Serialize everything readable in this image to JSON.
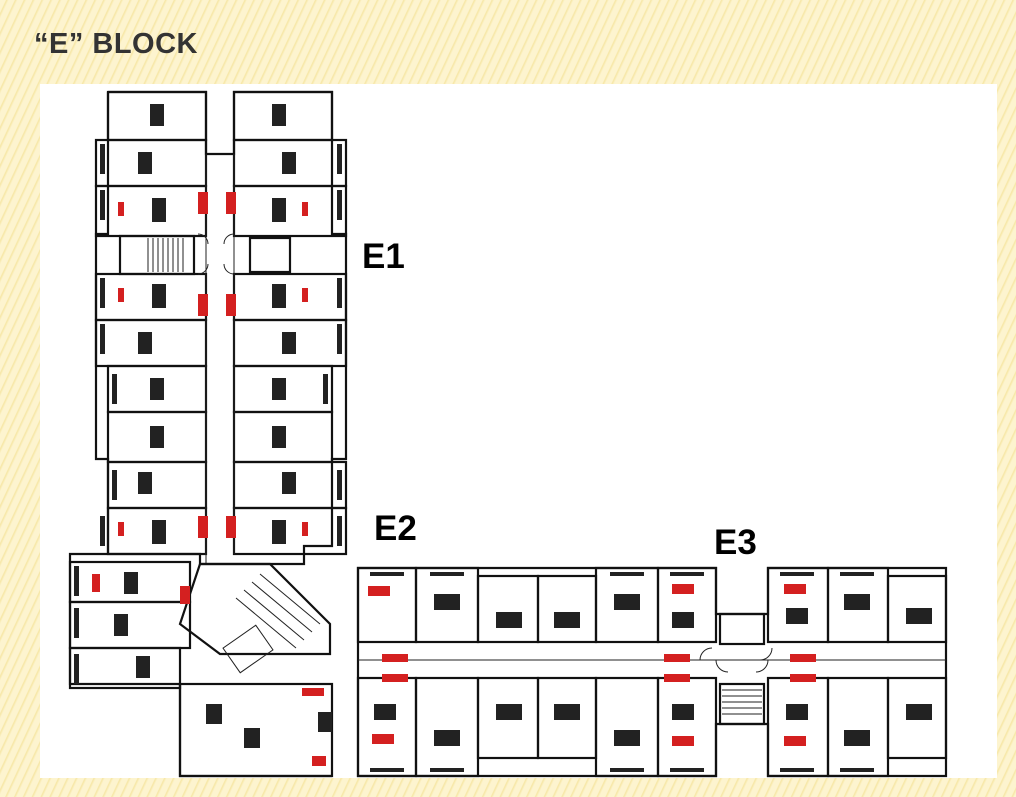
{
  "header": {
    "title": "“E” BLOCK"
  },
  "plan": {
    "blocks": [
      {
        "id": "E1",
        "label": "E1"
      },
      {
        "id": "E2",
        "label": "E2"
      },
      {
        "id": "E3",
        "label": "E3"
      }
    ],
    "colors": {
      "walls": "#111111",
      "highlight": "#d42020",
      "background": "#ffffff"
    }
  }
}
